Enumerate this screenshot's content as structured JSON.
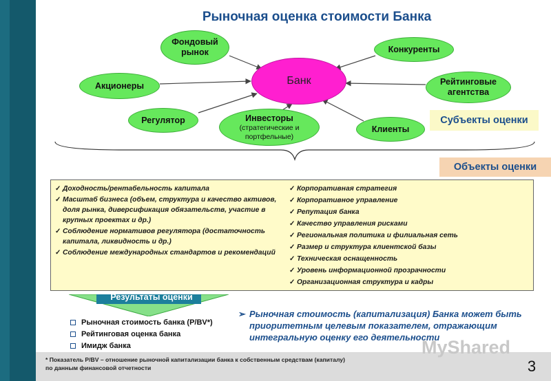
{
  "title": "Рыночная оценка стоимости Банка",
  "center_node": "Банк",
  "nodes": {
    "fondovy": "Фондовый рынок",
    "konkurenty": "Конкуренты",
    "aktsionery": "Акционеры",
    "reitingovye": "Рейтинговые агентства",
    "regulyator": "Регулятор",
    "investory": "Инвесторы",
    "investory_sub": "(стратегические и портфельные)",
    "klienty": "Клиенты"
  },
  "subjects_label": "Субъекты оценки",
  "objects_label": "Объекты оценки",
  "objects_left": [
    "Доходность/рентабельность капитала",
    "Масштаб бизнеса (объем, структура и качество активов, доля рынка, диверсификация обязательств, участие в крупных проектах и др.)",
    "Соблюдение нормативов регулятора (достаточность капитала, ликвидность и др.)",
    "Соблюдение международных стандартов и рекомендаций"
  ],
  "objects_right": [
    "Корпоративная стратегия",
    "Корпоративное управление",
    "Репутация банка",
    "Качество управления рисками",
    "Региональная политика и филиальная сеть",
    "Размер и структура клиентской базы",
    "Техническая оснащенность",
    "Уровень информационной прозрачности",
    "Организационная структура и кадры"
  ],
  "results_label": "Результаты оценки",
  "results": [
    "Рыночная стоимость банка (P/BV*)",
    "Рейтинговая оценка банка",
    "Имидж банка"
  ],
  "statement": "Рыночная стоимость (капитализация) Банка может быть приоритетным целевым показателем, отражающим интегральную оценку его деятельности",
  "footnote": "* Показатель P/BV – отношение рыночной капитализации банка к собственным средствам (капиталу) по данным финансовой отчетности",
  "watermark": "MyShared",
  "page_number": "3",
  "colors": {
    "accent": "#1b4e8c",
    "node_green": "#66e85c",
    "bank_pink": "#ff1fd0",
    "sidebar": "#14596b",
    "objects_bg": "#fffbc9"
  }
}
